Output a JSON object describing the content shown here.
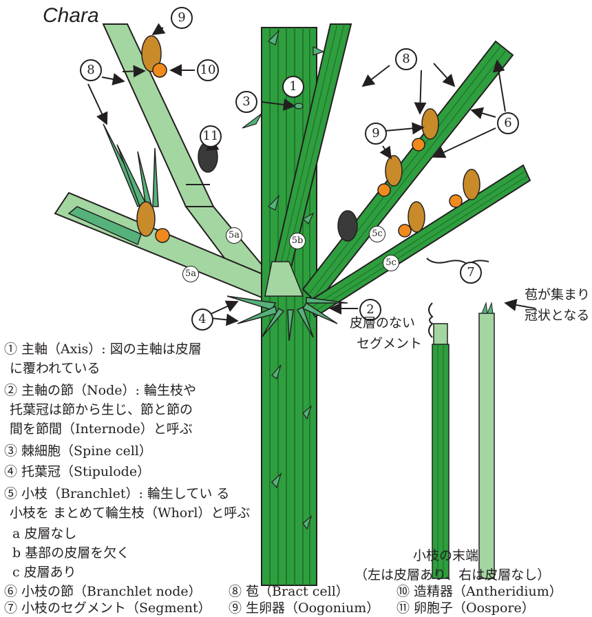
{
  "title": "Chara",
  "callouts": {
    "n1": "1",
    "n2": "2",
    "n3": "3",
    "n4": "4",
    "n6": "6",
    "n7": "7",
    "n8a": "8",
    "n8b": "8",
    "n9a": "9",
    "n9b": "9",
    "n10": "10",
    "n11": "11",
    "n5a1": "5a",
    "n5a2": "5a",
    "n5b": "5b",
    "n5c1": "5c",
    "n5c2": "5c"
  },
  "side_notes": {
    "bract_crown_1": "苞が集まり",
    "bract_crown_2": "冠状となる",
    "no_cortex_1": "皮層のない",
    "no_cortex_2": "セグメント",
    "tip_caption_1": "小枝の末端",
    "tip_caption_2": "（左は皮層あり、右は皮層なし）"
  },
  "legend": {
    "l1a": "① 主軸（Axis）: 図の主軸は皮層",
    "l1b": "に覆われている",
    "l2a": "② 主軸の節（Node）: 輪生枝や",
    "l2b": "托葉冠は節から生じ、節と節の",
    "l2c": "間を節間（Internode）と呼ぶ",
    "l3": "③ 棘細胞（Spine cell）",
    "l4": "④ 托葉冠（Stipulode）",
    "l5a": "⑤ 小枝（Branchlet）: 輪生してい る",
    "l5b": "小枝を まとめて輪生枝（Whorl）と呼ぶ",
    "l5c": "a 皮層なし",
    "l5d": "b 基部の皮層を欠く",
    "l5e": "c 皮層あり",
    "l6": "⑥ 小枝の節（Branchlet node）",
    "l7": "⑦ 小枝のセグメント（Segment）",
    "l8": "⑧ 苞（Bract cell）",
    "l9": "⑨ 生卵器（Oogonium）",
    "l10": "⑩ 造精器（Antheridium）",
    "l11": "⑪ 卵胞子（Oospore）"
  },
  "colors": {
    "axis_green": "#2e9e3e",
    "light_green": "#a3d6a0",
    "teal_green": "#55b27a",
    "oogonium": "#c98a2a",
    "antheridium": "#f08a1c",
    "oospore": "#3a3a3a",
    "outline": "#231f20"
  }
}
